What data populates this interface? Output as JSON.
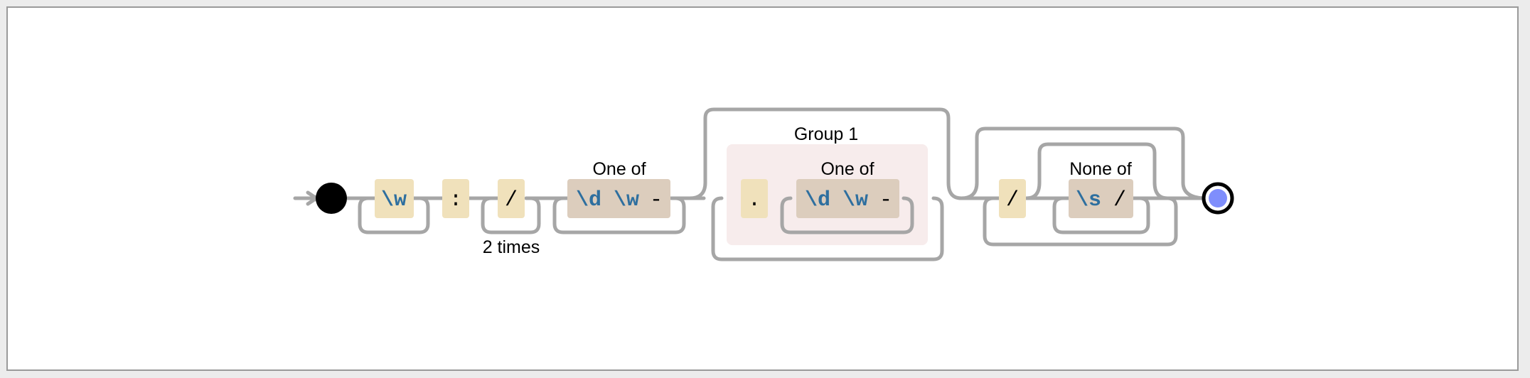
{
  "diagram": {
    "group_label": "Group 1",
    "alternatives_label_1": "One of",
    "alternatives_label_2": "One of",
    "negated_label": "None of",
    "repeat_label": "2 times",
    "tokens": {
      "word_escape_1": "\\w",
      "colon": ":",
      "slash_1": "/",
      "digit_escape_1": "\\d",
      "word_escape_2": "\\w",
      "dash_1": "-",
      "dot": ".",
      "digit_escape_2": "\\d",
      "word_escape_3": "\\w",
      "dash_2": "-",
      "slash_2": "/",
      "space_escape": "\\s",
      "slash_3": "/"
    },
    "colors": {
      "literal_box": "#f0e1bb",
      "class_box": "#dccdbd",
      "group_box": "#f7ecec",
      "escape_text": "#2e6f9f",
      "end_fill": "#7f8efc",
      "rail": "#a6a6a6"
    }
  }
}
